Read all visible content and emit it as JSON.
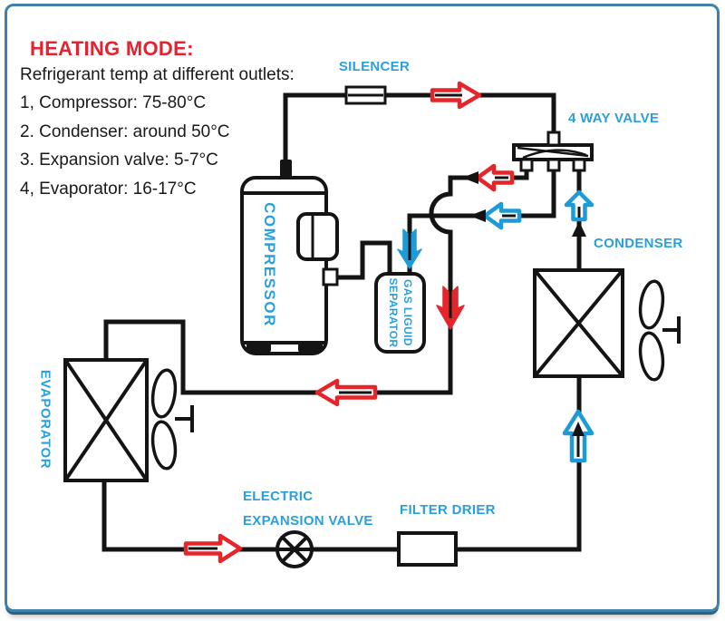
{
  "title": "HEATING MODE:",
  "notes": {
    "heading": "Refrigerant temp at different outlets:",
    "items": [
      "1, Compressor: 75-80°C",
      "2. Condenser: around 50°C",
      "3. Expansion valve: 5-7°C",
      "4, Evaporator: 16-17°C"
    ]
  },
  "labels": {
    "silencer": "SILENCER",
    "four_way_valve": "4 WAY VALVE",
    "condenser": "CONDENSER",
    "compressor": "COMPRESSOR",
    "evaporator": "EVAPORATOR",
    "gas_liquid_separator_line1": "GAS LIGUID",
    "gas_liquid_separator_line2": "SEPARATOR",
    "electric_expansion_valve_line1": "ELECTRIC",
    "electric_expansion_valve_line2": "EXPANSION VALVE",
    "filter_drier": "FILTER DRIER"
  },
  "colors": {
    "hot_red": "#e42529",
    "cold_blue": "#1d9bd8",
    "label_blue": "#2aa0da",
    "title_red": "#e32330",
    "line_black": "#141414",
    "border_blue": "#3e82aa"
  }
}
